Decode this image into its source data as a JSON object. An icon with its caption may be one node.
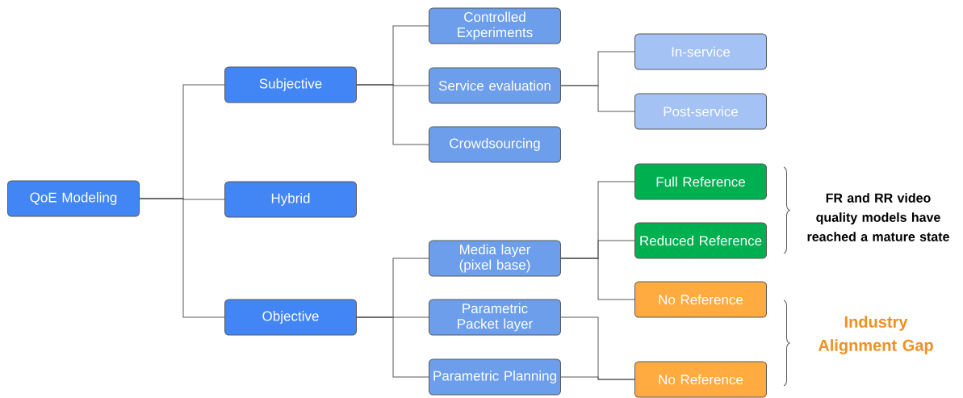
{
  "diagram": {
    "nodes": [
      {
        "text": [
          "QoE Modeling"
        ]
      },
      {
        "text": [
          "Subjective"
        ]
      },
      {
        "text": [
          "Hybrid"
        ]
      },
      {
        "text": [
          "Objective"
        ]
      },
      {
        "text": [
          "Controlled Experiments"
        ]
      },
      {
        "text": [
          "Service evaluation"
        ]
      },
      {
        "text": [
          "Crowdsourcing"
        ]
      },
      {
        "text": [
          "In-service"
        ]
      },
      {
        "text": [
          "Post-service"
        ]
      },
      {
        "text": [
          "Media layer (pixel base)"
        ]
      },
      {
        "text": [
          "Parametric Packet layer"
        ]
      },
      {
        "text": [
          "Parametric Planning"
        ]
      },
      {
        "text": [
          "Full Reference"
        ]
      },
      {
        "text": [
          "Reduced Reference"
        ]
      },
      {
        "text": [
          "No Reference"
        ]
      },
      {
        "text": [
          "No Reference"
        ]
      }
    ],
    "edges": [
      {
        "from": 0,
        "to": 1,
        "arrow": "none"
      },
      {
        "from": 0,
        "to": 2,
        "arrow": "none"
      },
      {
        "from": 0,
        "to": 3,
        "arrow": "none"
      },
      {
        "from": 1,
        "to": 4,
        "arrow": "none"
      },
      {
        "from": 1,
        "to": 5,
        "arrow": "none"
      },
      {
        "from": 1,
        "to": 6,
        "arrow": "none"
      },
      {
        "from": 5,
        "to": 7,
        "arrow": "none"
      },
      {
        "from": 5,
        "to": 8,
        "arrow": "none"
      },
      {
        "from": 3,
        "to": 9,
        "arrow": "none"
      },
      {
        "from": 3,
        "to": 10,
        "arrow": "none"
      },
      {
        "from": 3,
        "to": 11,
        "arrow": "none"
      },
      {
        "from": 9,
        "to": 12,
        "arrow": "none"
      },
      {
        "from": 9,
        "to": 13,
        "arrow": "none"
      },
      {
        "from": 9,
        "to": 14,
        "arrow": "none"
      },
      {
        "from": 10,
        "to": 15,
        "arrow": "none"
      },
      {
        "from": 11,
        "to": 15,
        "arrow": "none"
      }
    ],
    "labels": [
      "FR and RR video quality models have reached a mature state",
      "Industry Alignment Gap"
    ]
  }
}
